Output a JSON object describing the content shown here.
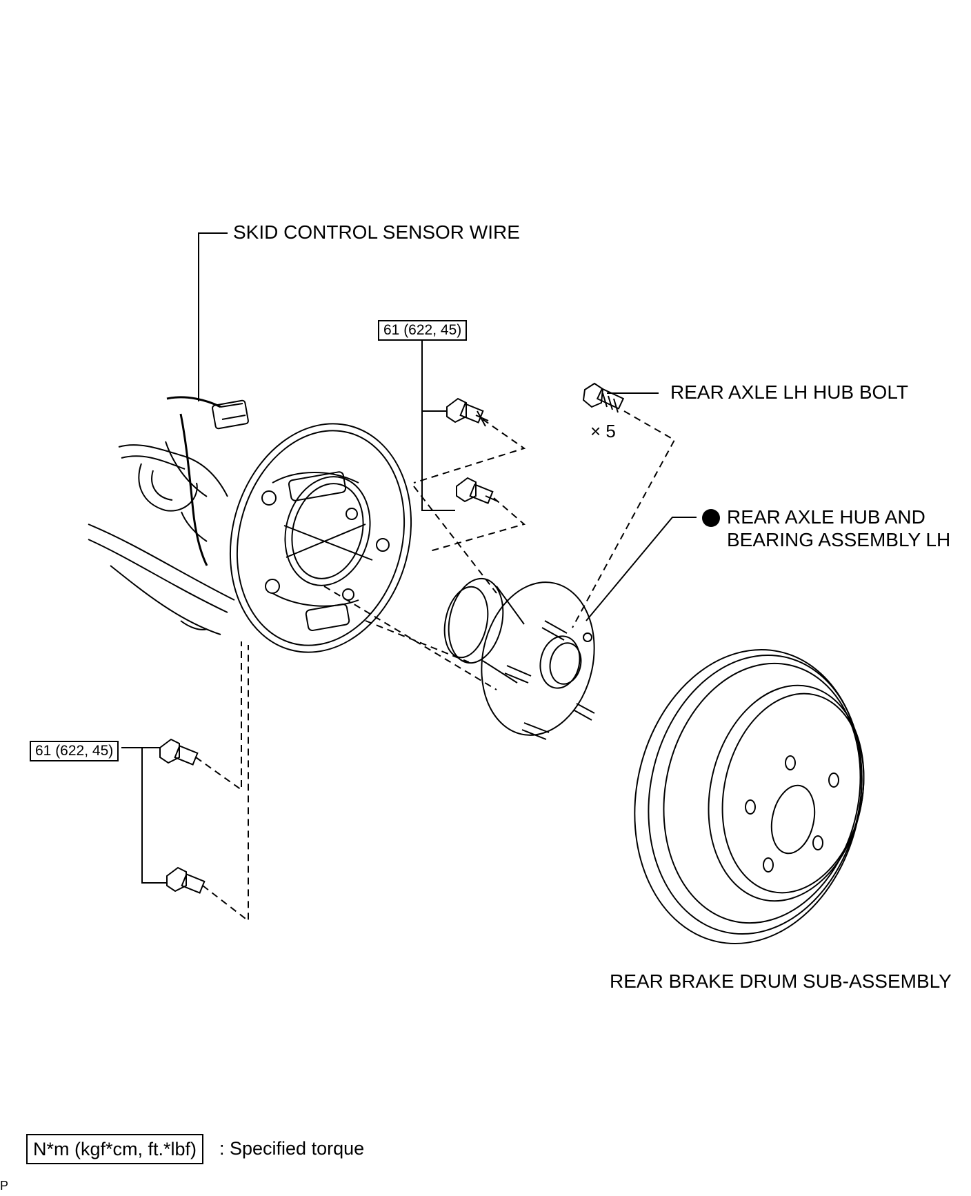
{
  "labels": {
    "skid_sensor_wire": "SKID CONTROL SENSOR WIRE",
    "hub_bolt": "REAR AXLE LH HUB BOLT",
    "hub_bolt_qty": "× 5",
    "hub_bearing_line1": "REAR AXLE HUB AND",
    "hub_bearing_line2": "BEARING ASSEMBLY LH",
    "brake_drum": "REAR BRAKE DRUM SUB-ASSEMBLY"
  },
  "torque": {
    "upper": "61 (622, 45)",
    "lower": "61 (622, 45)"
  },
  "legend": {
    "unit_box": "N*m (kgf*cm, ft.*lbf)",
    "description": ": Specified torque"
  },
  "corner_mark": "P"
}
